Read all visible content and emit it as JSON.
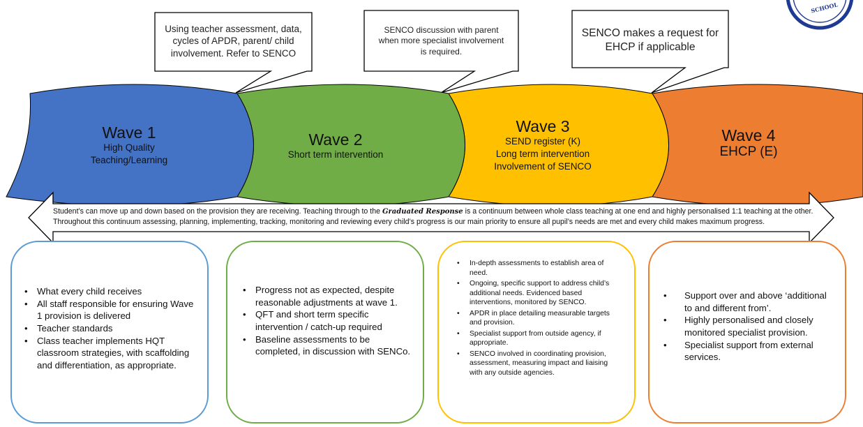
{
  "logo": {
    "text": "SCHOOL"
  },
  "callouts": [
    {
      "lines": [
        "Using teacher assessment, data,",
        "cycles of APDR, parent/ child",
        "involvement. Refer to SENCO"
      ]
    },
    {
      "lines": [
        "SENCO discussion with parent",
        "when more specialist involvement",
        "is required."
      ]
    },
    {
      "lines": [
        "SENCO makes a request for",
        "EHCP if applicable"
      ]
    }
  ],
  "waves": [
    {
      "title": "Wave 1",
      "lines": [
        "High Quality",
        "Teaching/Learning"
      ],
      "color": "#4472C4"
    },
    {
      "title": "Wave 2",
      "lines": [
        "Short term intervention"
      ],
      "color": "#70AD47"
    },
    {
      "title": "Wave 3",
      "lines": [
        "SEND register (K)",
        "Long term intervention",
        "Involvement of SENCO"
      ],
      "color": "#FFC000"
    },
    {
      "title": "Wave 4",
      "lines": [
        "EHCP (E)"
      ],
      "color": "#ED7D31"
    }
  ],
  "arrow": {
    "text_before": "Student’s can move up and down based on the provision they are receiving. Teaching  through to the ",
    "text_script": "Graduated Response",
    "text_after": " is a continuum between whole class teaching at one end and highly personalised 1:1 teaching at the other. Throughout this continuum assessing, planning, implementing, tracking, monitoring and reviewing every child’s progress is our main priority to ensure all pupil’s needs are met and every child makes maximum progress."
  },
  "boxes": [
    {
      "border": "#5B9BD5",
      "items": [
        "What every child receives",
        "All staff responsible for ensuring Wave 1 provision is delivered",
        "Teacher standards",
        "Class teacher implements HQT classroom  strategies, with scaffolding and differentiation, as appropriate."
      ]
    },
    {
      "border": "#70AD47",
      "items": [
        "Progress not as expected, despite reasonable adjustments at wave 1.",
        "QFT and short term specific intervention / catch-up required",
        "Baseline assessments to be completed, in discussion with SENCo."
      ]
    },
    {
      "border": "#FFC000",
      "items": [
        "In-depth assessments to establish area of need.",
        "Ongoing, specific support to address child’s additional needs.  Evidenced based interventions, monitored by SENCO.",
        "APDR in place detailing measurable targets and provision.",
        "Specialist support from outside agency, if appropriate.",
        "SENCO involved in coordinating provision, assessment, measuring impact and liaising with any outside agencies."
      ]
    },
    {
      "border": "#ED7D31",
      "items": [
        "Support over and above ‘additional to and different from’.",
        "Highly personalised and closely monitored specialist provision.",
        "Specialist support from external services."
      ]
    }
  ]
}
